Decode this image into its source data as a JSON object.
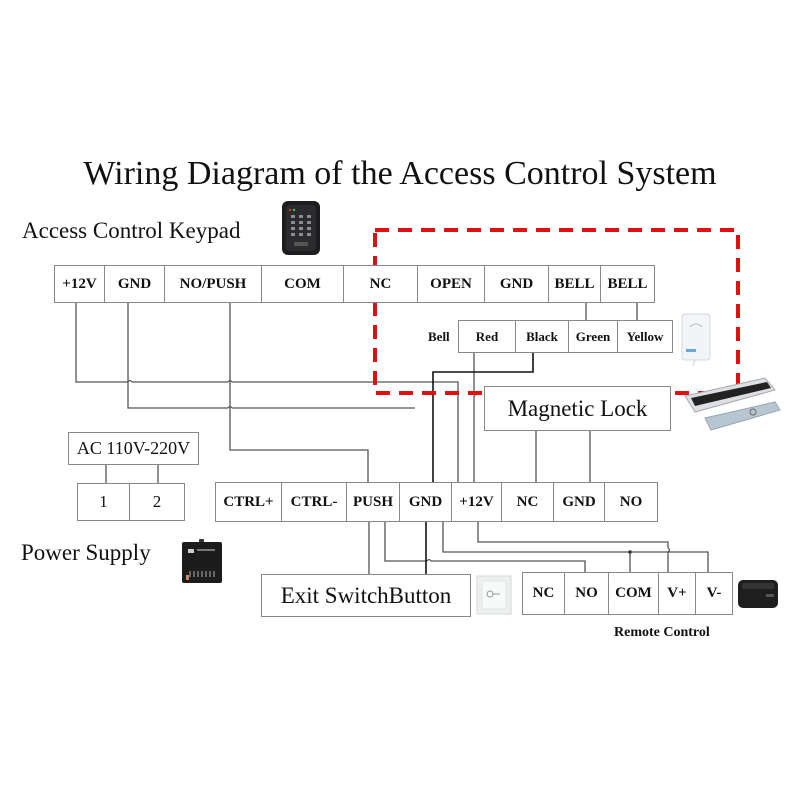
{
  "title": "Wiring Diagram of the Access Control System",
  "keypad": {
    "label": "Access Control Keypad",
    "terminals": [
      "+12V",
      "GND",
      "NO/PUSH",
      "COM",
      "NC",
      "OPEN",
      "GND",
      "BELL",
      "BELL"
    ]
  },
  "bell": {
    "label": "Bell",
    "terminals": [
      "Red",
      "Black",
      "Green",
      "Yellow"
    ]
  },
  "magnetic_lock": {
    "label": "Magnetic Lock"
  },
  "ac_input": {
    "label": "AC 110V-220V",
    "terminals": [
      "1",
      "2"
    ]
  },
  "power_supply": {
    "label": "Power Supply",
    "terminals": [
      "CTRL+",
      "CTRL-",
      "PUSH",
      "GND",
      "+12V",
      "NC",
      "GND",
      "NO"
    ]
  },
  "exit_switch": {
    "label": "Exit SwitchButton"
  },
  "remote_control": {
    "label": "Remote Control",
    "terminals": [
      "NC",
      "NO",
      "COM",
      "V+",
      "V-"
    ]
  },
  "highlight": {
    "color": "#e01010",
    "style": "dashed"
  },
  "wire_color": "#555555"
}
